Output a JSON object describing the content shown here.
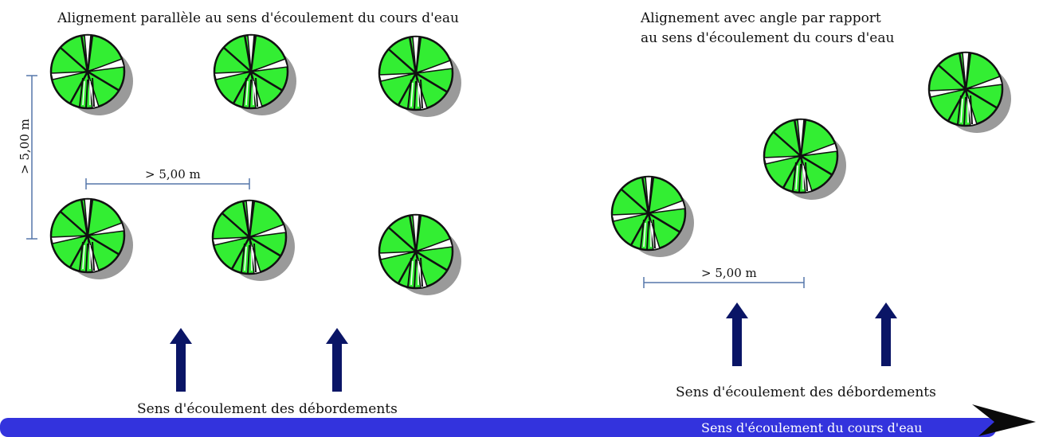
{
  "left_panel": {
    "title": "Alignement parallèle au sens d'écoulement du cours d'eau",
    "vertical_spacing": "> 5,00 m",
    "horizontal_spacing": "> 5,00 m",
    "flow_label": "Sens d'écoulement des débordements"
  },
  "right_panel": {
    "title_line1": "Alignement avec angle  par rapport",
    "title_line2": "au sens d'écoulement du cours d'eau",
    "horizontal_spacing": "> 5,00 m",
    "flow_label": "Sens d'écoulement des débordements"
  },
  "river": {
    "label": "Sens d'écoulement du cours d'eau",
    "color": "#3333dd"
  },
  "colors": {
    "tree_fill": "#33ee33",
    "tree_outline": "#111111",
    "shadow": "#9a9a9a",
    "arrow": "#0a1566",
    "dimension_line": "#5577aa"
  }
}
